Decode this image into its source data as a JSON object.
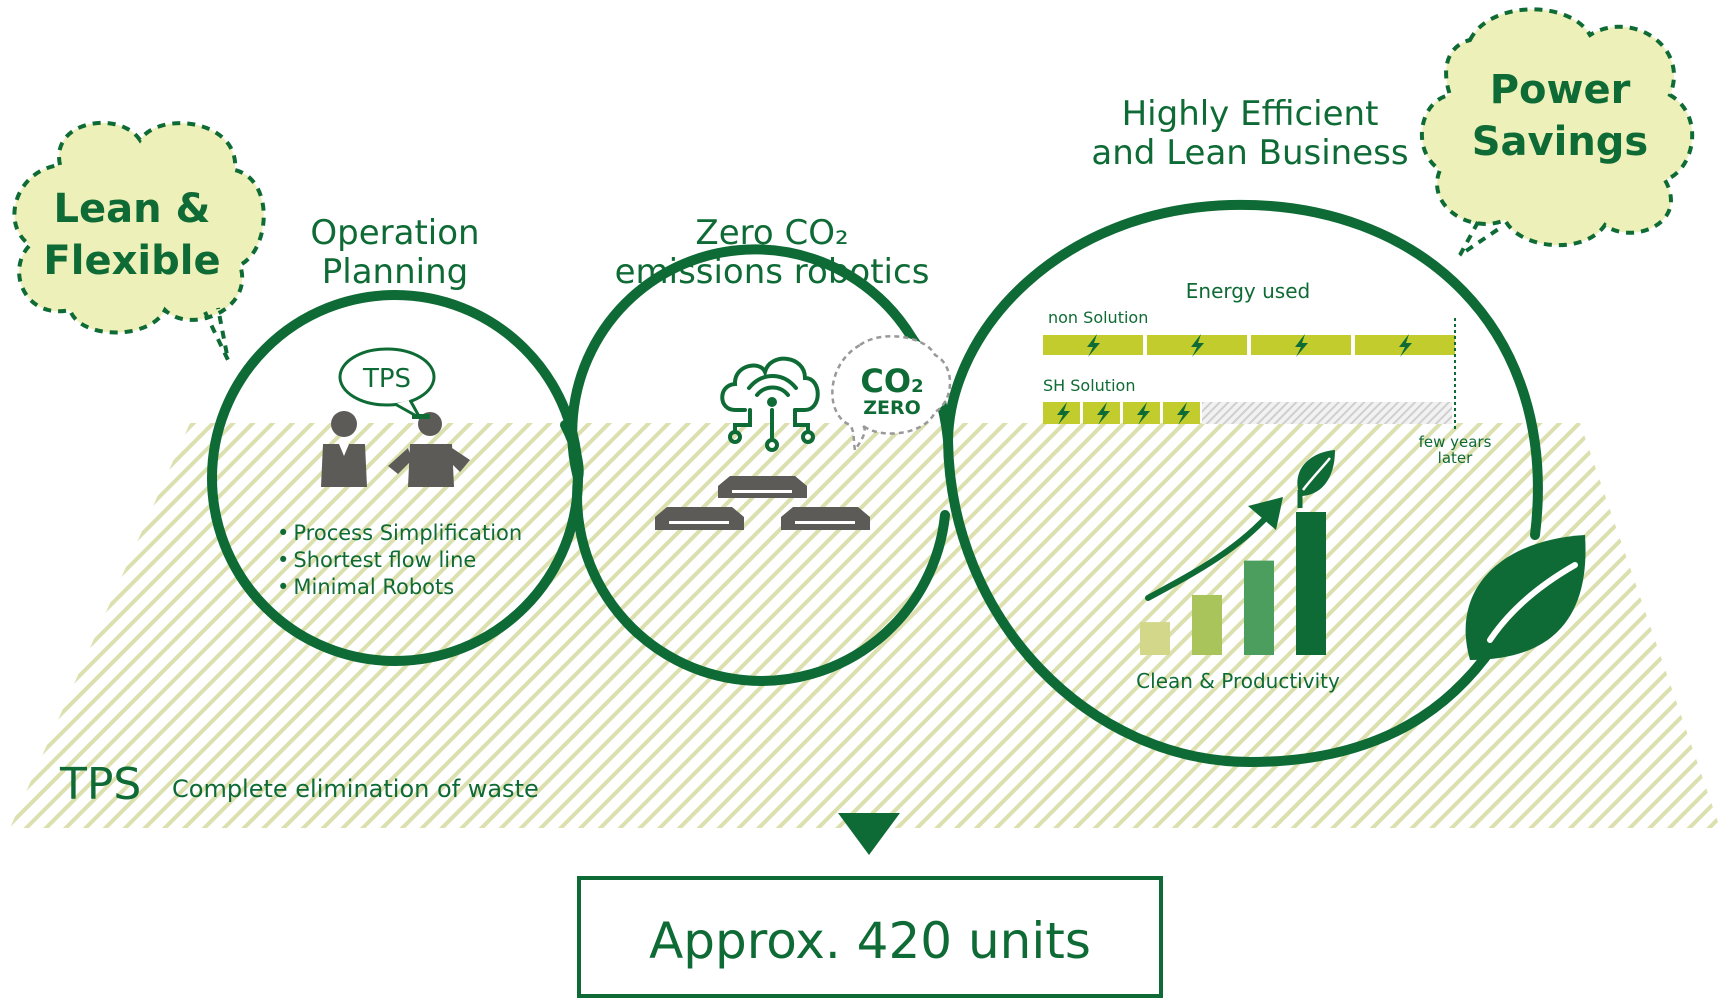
{
  "colors": {
    "dark_green": "#0f6b35",
    "medium_green": "#4c9e5e",
    "light_green": "#a9c45a",
    "pale_green": "#d3d78a",
    "cloud_fill": "#edf0b8",
    "lime_bar": "#c2cc2d",
    "gray_icon": "#5d5b58",
    "hatch": "#d9dca8"
  },
  "bubbles": {
    "left": {
      "line1": "Lean &",
      "line2": "Flexible"
    },
    "right": {
      "line1": "Power",
      "line2": "Savings"
    }
  },
  "stage1": {
    "title_line1": "Operation",
    "title_line2": "Planning",
    "speech_label": "TPS",
    "bullets": [
      "Process Simplification",
      "Shortest flow line",
      "Minimal Robots"
    ],
    "bullet_mark": "•"
  },
  "stage2": {
    "title_line1": "Zero CO₂",
    "title_line2": "emissions robotics",
    "badge_line1": "CO",
    "badge_sub": "2",
    "badge_line2": "ZERO"
  },
  "stage3": {
    "title_line1": "Highly Efficient",
    "title_line2": "and Lean Business",
    "energy_title": "Energy used",
    "non_solution_label": "non Solution",
    "sh_solution_label": "SH Solution",
    "later_line1": "few years",
    "later_line2": "later",
    "chart_caption": "Clean & Productivity",
    "non_solution_segments": 4,
    "sh_solution_segments": 4,
    "growth_bars": [
      0.23,
      0.42,
      0.66,
      1.0
    ]
  },
  "footer": {
    "tps_label": "TPS",
    "tps_caption": "Complete elimination of waste",
    "result": "Approx. 420 units"
  }
}
